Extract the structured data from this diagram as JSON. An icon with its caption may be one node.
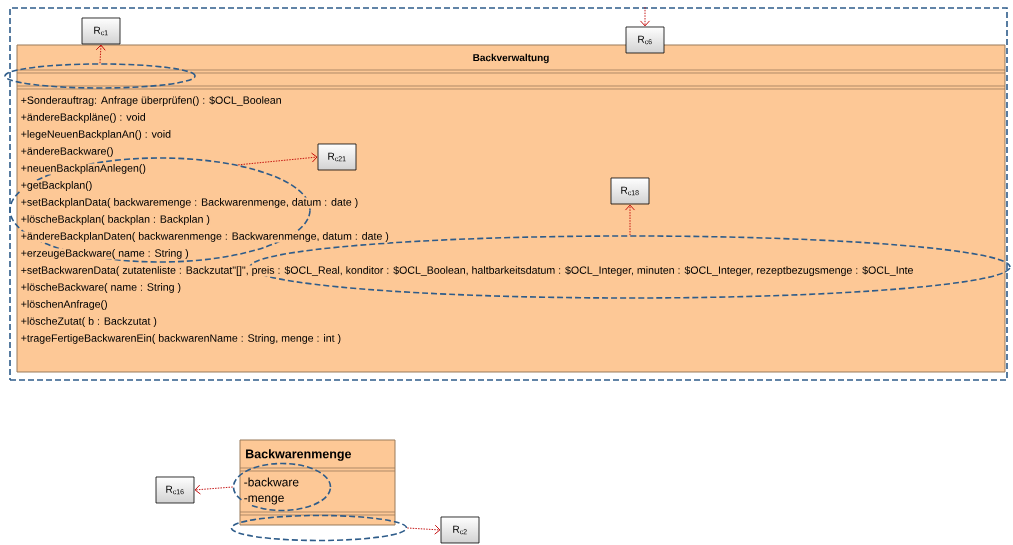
{
  "diagram": {
    "nodes": [
      {
        "text": [],
        "shape": "box"
      },
      {
        "text": [
          "Backverwaltung",
          "+Sonderauftrag: Anfrage überprüfen() : $OCL_Boolean",
          "+ändereBackpläne() : void",
          "+legeNeuenBackplanAn() : void",
          "+ändereBackware()",
          "+löscheBackware( name : String )",
          "+löschenAnfrage()",
          "+löscheZutat( b : Backzutat )",
          "+trageFertigeBackwarenEin( backwarenName : String, menge : int )"
        ],
        "in": 0
      },
      {
        "text": [],
        "shape": "ellipse",
        "in": 0
      },
      {
        "text": [
          "R$_{c1}$"
        ],
        "in": 0
      },
      {
        "text": [
          "R$_{c6}$"
        ],
        "in": 0
      },
      {
        "text": [
          "+neuenBackplanAnlegen()",
          "+getBackplan()",
          "+setBackplanData( backwaremenge : Backwarenmenge, datum : date )",
          "+löscheBackplan( backplan : Backplan )",
          "+ändereBackplanDaten( backwarenmenge : Backwarenmenge, datum : date )",
          "+erzeugeBackware( name : String )"
        ],
        "in": 1
      },
      {
        "text": [
          "R$_{c21}$"
        ],
        "in": 1
      },
      {
        "text": [
          "+setBackwarenData( zutatenliste : Backzutat\"[]\", preis : $OCL_Real, konditor : $OCL_Boolean, haltbarkeitsdatum : $OCL_Integer, minuten : $OCL_Integer, rezeptbezugsmenge : $OCL_Inte"
        ],
        "in": 1
      },
      {
        "text": [
          "R$_{c18}$"
        ],
        "in": 1
      },
      {
        "text": [
          "Backwarenmenge"
        ]
      },
      {
        "text": [
          "-backware",
          "-menge"
        ],
        "in": 9
      },
      {
        "text": [
          "R$_{c16}$"
        ]
      },
      {
        "text": [],
        "shape": "ellipse"
      },
      {
        "text": [
          "R$_{c2}$"
        ]
      }
    ],
    "edges": [
      {
        "from": 2,
        "to": 3,
        "arrow": "to",
        "style": "dashed"
      },
      {
        "from": 0,
        "to": 4,
        "arrow": "to",
        "style": "dashed"
      },
      {
        "from": 5,
        "to": 6,
        "arrow": "to",
        "style": "dashed"
      },
      {
        "from": 7,
        "to": 8,
        "arrow": "to",
        "style": "dashed"
      },
      {
        "from": 10,
        "to": 11,
        "arrow": "to",
        "style": "dashed"
      },
      {
        "from": 12,
        "to": 13,
        "arrow": "to",
        "style": "dashed"
      }
    ]
  }
}
